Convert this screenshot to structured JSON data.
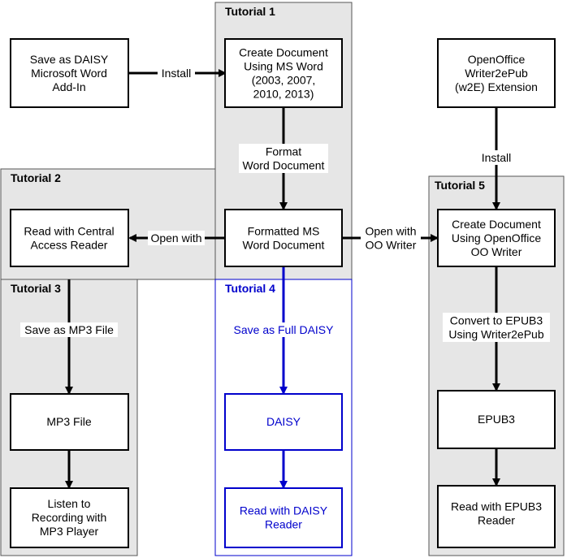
{
  "panels": {
    "t1": {
      "title": "Tutorial 1"
    },
    "t2": {
      "title": "Tutorial 2"
    },
    "t3": {
      "title": "Tutorial 3"
    },
    "t4": {
      "title": "Tutorial 4"
    },
    "t5": {
      "title": "Tutorial 5"
    }
  },
  "nodes": {
    "addin": {
      "lines": [
        "Save as DAISY",
        "Microsoft Word",
        "Add-In"
      ]
    },
    "create_word": {
      "lines": [
        "Create Document",
        "Using MS Word",
        "(2003, 2007,",
        "2010, 2013)"
      ]
    },
    "w2e": {
      "lines": [
        "OpenOffice",
        "Writer2ePub",
        "(w2E) Extension"
      ]
    },
    "formatted": {
      "lines": [
        "Formatted MS",
        "Word Document"
      ]
    },
    "central": {
      "lines": [
        "Read with Central",
        "Access Reader"
      ]
    },
    "create_oo": {
      "lines": [
        "Create Document",
        "Using OpenOffice",
        "OO Writer"
      ]
    },
    "mp3file": {
      "lines": [
        "MP3 File"
      ]
    },
    "listen": {
      "lines": [
        "Listen to",
        "Recording with",
        "MP3 Player"
      ]
    },
    "daisy": {
      "lines": [
        "DAISY"
      ]
    },
    "read_daisy": {
      "lines": [
        "Read with DAISY",
        "Reader"
      ]
    },
    "epub3": {
      "lines": [
        "EPUB3"
      ]
    },
    "read_epub3": {
      "lines": [
        "Read with EPUB3",
        "Reader"
      ]
    }
  },
  "edges": {
    "install1": {
      "lines": [
        "Install"
      ]
    },
    "format": {
      "lines": [
        "Format",
        "Word Document"
      ]
    },
    "install2": {
      "lines": [
        "Install"
      ]
    },
    "open_with": {
      "lines": [
        "Open with"
      ]
    },
    "open_oo": {
      "lines": [
        "Open with",
        "OO Writer"
      ]
    },
    "save_mp3": {
      "lines": [
        "Save as MP3 File"
      ]
    },
    "save_daisy": {
      "lines": [
        "Save as Full DAISY"
      ]
    },
    "convert": {
      "lines": [
        "Convert to EPUB3",
        "Using Writer2ePub"
      ]
    }
  },
  "colors": {
    "panel_fill": "#e6e6e6",
    "panel_stroke": "#555555",
    "black": "#000000",
    "blue": "#0000cc",
    "white": "#ffffff"
  }
}
